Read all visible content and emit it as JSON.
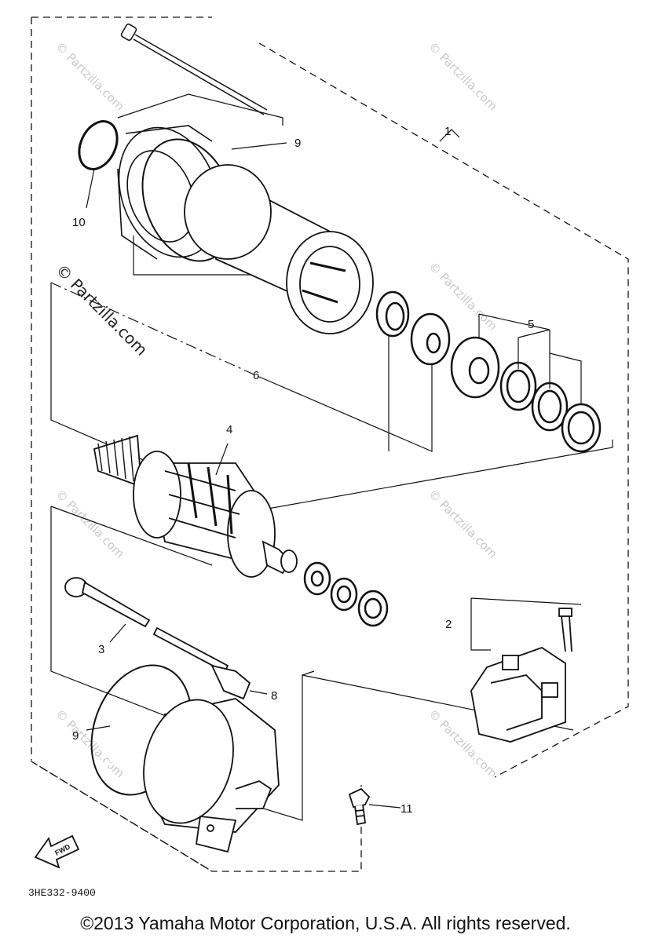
{
  "watermark": {
    "text": "© Partzilla.com"
  },
  "callouts": {
    "c1": "1",
    "c2": "2",
    "c3": "3",
    "c4": "4",
    "c5": "5",
    "c6": "6",
    "c8": "8",
    "c9_top": "9",
    "c9_bottom": "9",
    "c10": "10",
    "c11": "11"
  },
  "fwd_label": "FWD",
  "reference_code": "3HE332-9400",
  "copyright": "©2013 Yamaha Motor Corporation, U.S.A. All rights reserved.",
  "colors": {
    "line": "#111111",
    "watermark": "#c9c9c9",
    "background": "#ffffff"
  }
}
